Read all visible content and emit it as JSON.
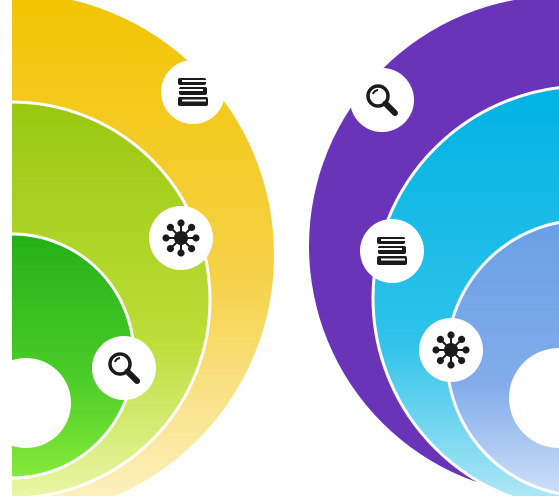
{
  "left_group": {
    "rings": [
      {
        "name": "outer-ring",
        "colors": [
          "#f2c400",
          "#f6d24a",
          "#fdf0c2"
        ]
      },
      {
        "name": "middle-ring",
        "colors": [
          "#9ccb14",
          "#b9dc33",
          "#e8f59a"
        ]
      },
      {
        "name": "inner-ring",
        "colors": [
          "#2ab51a",
          "#41c82a",
          "#7ee636"
        ]
      }
    ],
    "icons": [
      "books-icon",
      "network-icon",
      "magnifier-icon"
    ]
  },
  "right_group": {
    "rings": [
      {
        "name": "outer-ring",
        "colors": [
          "#6a34b8",
          "#6a34b8"
        ]
      },
      {
        "name": "middle-ring",
        "colors": [
          "#00b3e4",
          "#19bde8",
          "#a8e4f5"
        ]
      },
      {
        "name": "inner-ring",
        "colors": [
          "#6aa3e8",
          "#78a8e6",
          "#c9dcf7"
        ]
      }
    ],
    "icons": [
      "magnifier-icon",
      "books-icon",
      "network-icon"
    ]
  },
  "ring_border_color": "#ffffff",
  "icon_color": "#1a1a1a"
}
